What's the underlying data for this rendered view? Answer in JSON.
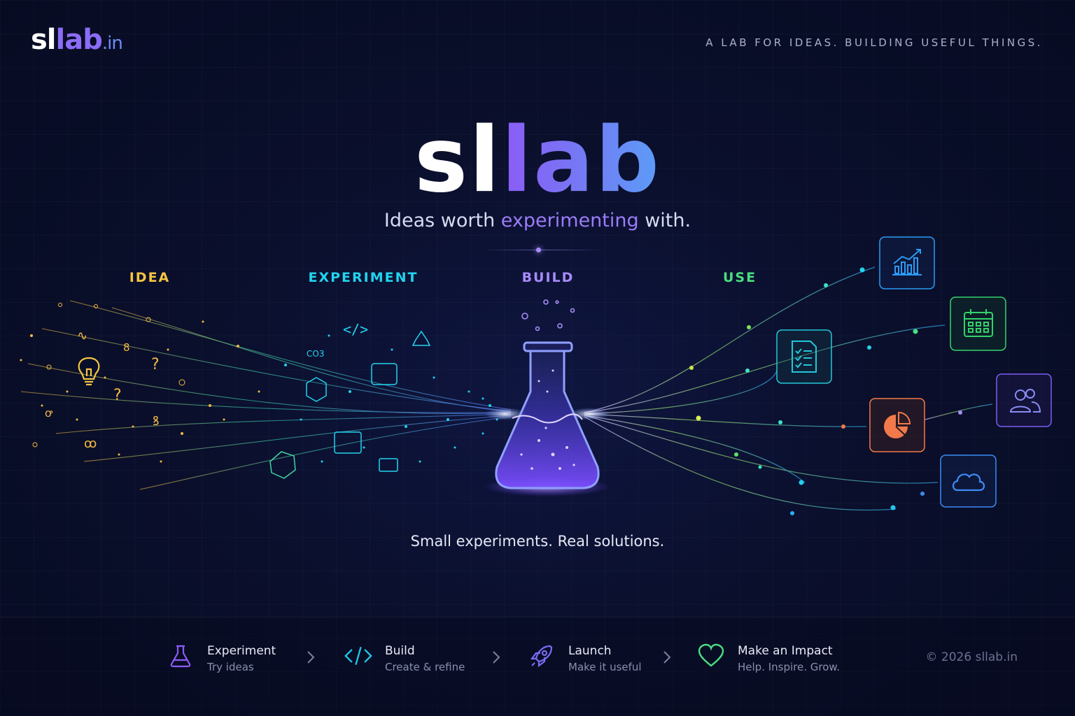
{
  "brand": {
    "logo_part1": "sl",
    "logo_part2": "lab",
    "logo_part3": ".in",
    "tagline": "A LAB FOR IDEAS. BUILDING USEFUL THINGS."
  },
  "hero": {
    "title_white": "sl",
    "title_accent": "lab",
    "subtitle_before": "Ideas worth ",
    "subtitle_highlight": "experimenting",
    "subtitle_after": " with.",
    "tagline": "Small experiments. Real solutions."
  },
  "stages": [
    "IDEA",
    "EXPERIMENT",
    "BUILD",
    "USE"
  ],
  "use_tiles": [
    {
      "icon": "chart-icon",
      "color": "#2b9bf5"
    },
    {
      "icon": "calendar-icon",
      "color": "#34d26a"
    },
    {
      "icon": "checklist-icon",
      "color": "#22c8d8"
    },
    {
      "icon": "users-icon",
      "color": "#7c5cf6"
    },
    {
      "icon": "pie-chart-icon",
      "color": "#f27a4a"
    },
    {
      "icon": "cloud-icon",
      "color": "#3d8cf5"
    }
  ],
  "footer": {
    "steps": [
      {
        "title": "Experiment",
        "desc": "Try ideas",
        "icon": "flask-icon",
        "color": "#8b5cf6"
      },
      {
        "title": "Build",
        "desc": "Create & refine",
        "icon": "code-icon",
        "color": "#22c4e8"
      },
      {
        "title": "Launch",
        "desc": "Make it useful",
        "icon": "rocket-icon",
        "color": "#7c6cf6"
      },
      {
        "title": "Make an Impact",
        "desc": "Help. Inspire. Grow.",
        "icon": "heart-icon",
        "color": "#4ade80"
      }
    ],
    "copyright": "© 2026 sllab.in"
  },
  "colors": {
    "background": "#0a0f2c",
    "idea": "#f5c542",
    "experiment": "#22d3ee",
    "build": "#a78bfa",
    "use": "#4ade80"
  }
}
